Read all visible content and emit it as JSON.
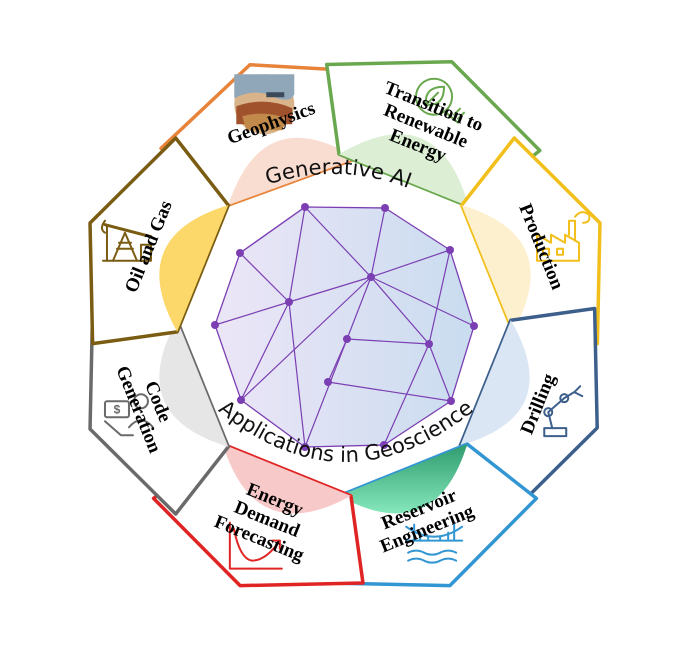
{
  "center": {
    "top_text": "Generative AI",
    "bottom_text": "Applications in Geoscience",
    "fill_from": "#ece6f7",
    "fill_to": "#c9dcef",
    "node_color": "#7b3fb3"
  },
  "segments": [
    {
      "id": "geophysics",
      "label_lines": [
        "Geophysics"
      ],
      "color": "#e8833a",
      "fill": "#f9ddd0",
      "icon": "landscape-photo-icon"
    },
    {
      "id": "renewable",
      "label_lines": [
        "Transition to",
        "Renewable",
        "Energy"
      ],
      "color": "#6aa84f",
      "fill": "#dcefd5",
      "icon": "leaf-plug-icon"
    },
    {
      "id": "production",
      "label_lines": [
        "Production"
      ],
      "color": "#f2bf1a",
      "fill": "#fdf0cf",
      "icon": "factory-icon"
    },
    {
      "id": "drilling",
      "label_lines": [
        "Drilling"
      ],
      "color": "#3d5f8c",
      "fill": "#dbe6f5",
      "icon": "robot-arm-icon"
    },
    {
      "id": "reservoir",
      "label_lines": [
        "Reservoir",
        "Engineering"
      ],
      "color": "#3296d3",
      "fill": "#34b97a",
      "icon": "dam-bridge-icon"
    },
    {
      "id": "energy-demand",
      "label_lines": [
        "Energy",
        "Demand",
        "Forecasting"
      ],
      "color": "#e02424",
      "fill": "#f8c9c9",
      "icon": "trend-chart-icon"
    },
    {
      "id": "code-generation",
      "label_lines": [
        "Code",
        "Generation"
      ],
      "color": "#6a6a6a",
      "fill": "#e6e6e6",
      "icon": "money-user-icon"
    },
    {
      "id": "oil-gas",
      "label_lines": [
        "Oil and Gas"
      ],
      "color": "#7a5c12",
      "fill": "#fcd76a",
      "icon": "oil-pump-icon"
    }
  ]
}
